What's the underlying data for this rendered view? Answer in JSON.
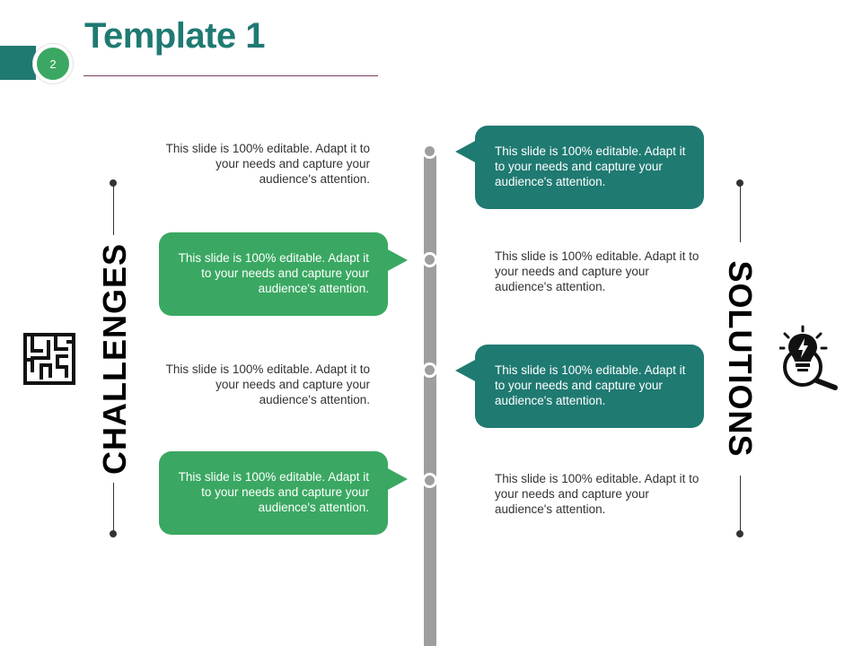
{
  "header": {
    "title": "Template 1",
    "page_number": "2"
  },
  "left_column": {
    "label": "CHALLENGES",
    "icon": "maze-icon"
  },
  "right_column": {
    "label": "SOLUTIONS",
    "icon": "lightbulb-magnifier-icon"
  },
  "rows": [
    {
      "left": "This slide is 100% editable. Adapt it to your needs and capture your audience's attention.",
      "right": "This slide is 100% editable. Adapt it to your needs and capture your audience's attention."
    },
    {
      "left": "This slide is 100% editable. Adapt it to your needs and capture your audience's attention.",
      "right": "This slide is 100% editable. Adapt it to your needs and capture your audience's attention."
    },
    {
      "left": "This slide is 100% editable. Adapt it to your needs and capture your audience's attention.",
      "right": "This slide is 100% editable. Adapt it to your needs and capture your audience's attention."
    },
    {
      "left": "This slide is 100% editable. Adapt it to your needs and capture your audience's attention.",
      "right": "This slide is 100% editable. Adapt it to your needs and capture your audience's attention."
    }
  ],
  "colors": {
    "teal": "#1f7a72",
    "green": "#3aa862",
    "rail": "#9e9e9e",
    "title_rule": "#7a3b5c"
  }
}
